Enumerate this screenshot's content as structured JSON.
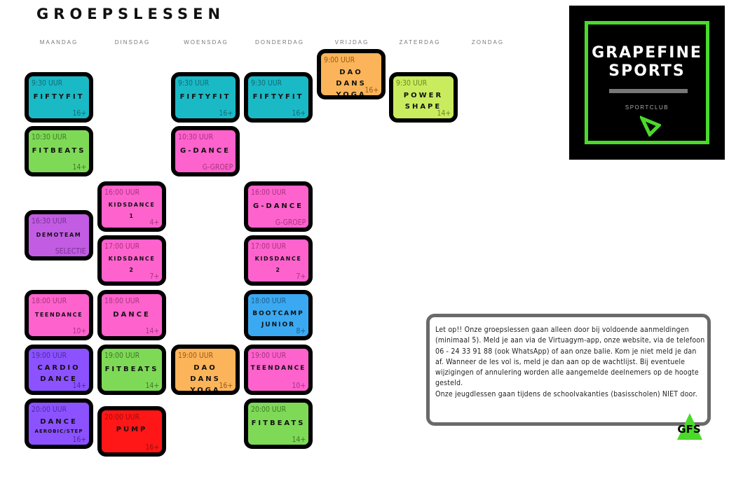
{
  "title": "GROEPSLESSEN",
  "days": [
    "MAANDAG",
    "DINSDAG",
    "WOENSDAG",
    "DONDERDAG",
    "VRIJDAG",
    "ZATERDAG",
    "ZONDAG"
  ],
  "classes": [
    {
      "day": "MAANDAG",
      "time": "9:30 UUR",
      "name": "FIFTYFIT",
      "tag": "16+",
      "color": "#1ab9c6"
    },
    {
      "day": "MAANDAG",
      "time": "10:30 UUR",
      "name": "FITBEATS",
      "tag": "14+",
      "color": "#7ed957"
    },
    {
      "day": "MAANDAG",
      "time": "16:30 UUR",
      "name": "DEMOTEAM",
      "tag": "SELECTIE",
      "color": "#c25ce3"
    },
    {
      "day": "MAANDAG",
      "time": "18:00 UUR",
      "name": "TEENDANCE",
      "tag": "10+",
      "color": "#fd62cd"
    },
    {
      "day": "MAANDAG",
      "time": "19:00 UUR",
      "name": "CARDIO DANCE",
      "tag": "14+",
      "color": "#8c52ff"
    },
    {
      "day": "MAANDAG",
      "time": "20:00 UUR",
      "name": "DANCE",
      "name_sub": "AEROBIC/STEP",
      "tag": "16+",
      "color": "#8c52ff"
    },
    {
      "day": "DINSDAG",
      "time": "16:00 UUR",
      "name": "KIDSDANCE 1",
      "tag": "4+",
      "color": "#fd62cd"
    },
    {
      "day": "DINSDAG",
      "time": "17:00 UUR",
      "name": "KIDSDANCE 2",
      "tag": "7+",
      "color": "#fd62cd"
    },
    {
      "day": "DINSDAG",
      "time": "18:00 UUR",
      "name": "DANCE",
      "tag": "14+",
      "color": "#fd62cd"
    },
    {
      "day": "DINSDAG",
      "time": "19:00 UUR",
      "name": "FITBEATS",
      "tag": "14+",
      "color": "#7ed957"
    },
    {
      "day": "DINSDAG",
      "time": "20:00 UUR",
      "name": "PUMP",
      "tag": "16+",
      "color": "#ff1616"
    },
    {
      "day": "WOENSDAG",
      "time": "9:30 UUR",
      "name": "FIFTYFIT",
      "tag": "16+",
      "color": "#1ab9c6"
    },
    {
      "day": "WOENSDAG",
      "time": "10:30 UUR",
      "name": "G-DANCE",
      "tag": "G-GROEP",
      "color": "#fd62cd"
    },
    {
      "day": "WOENSDAG",
      "time": "19:00 UUR",
      "name": "DAO DANS YOGA",
      "tag": "16+",
      "color": "#fcb45a"
    },
    {
      "day": "DONDERDAG",
      "time": "9:30 UUR",
      "name": "FIFTYFIT",
      "tag": "16+",
      "color": "#1ab9c6"
    },
    {
      "day": "DONDERDAG",
      "time": "16:00 UUR",
      "name": "G-DANCE",
      "tag": "G-GROEP",
      "color": "#fd62cd"
    },
    {
      "day": "DONDERDAG",
      "time": "17:00 UUR",
      "name": "KIDSDANCE 2",
      "tag": "7+",
      "color": "#fd62cd"
    },
    {
      "day": "DONDERDAG",
      "time": "18:00 UUR",
      "name": "BOOTCAMP JUNIOR",
      "tag": "8+",
      "color": "#3aa9f1"
    },
    {
      "day": "DONDERDAG",
      "time": "19:00 UUR",
      "name": "TEENDANCE",
      "tag": "10+",
      "color": "#fd62cd"
    },
    {
      "day": "DONDERDAG",
      "time": "20:00 UUR",
      "name": "FITBEATS",
      "tag": "14+",
      "color": "#7ed957"
    },
    {
      "day": "VRIJDAG",
      "time": "9:00 UUR",
      "name": "DAO DANS YOGA",
      "tag": "16+",
      "color": "#fcb45a"
    },
    {
      "day": "ZATERDAG",
      "time": "9:30 UUR",
      "name": "POWER SHAPE",
      "tag": "14+",
      "color": "#c9ec5f"
    }
  ],
  "logo": {
    "name": "GRAPEFINE\nSPORTS",
    "subtitle": "SPORTCLUB",
    "accent": "#4bd92a"
  },
  "notice": "Let op!! Onze groepslessen gaan alleen door bij voldoende aanmeldingen (minimaal 5). Meld je aan via de Virtuagym-app, onze website, via de telefoon 06 - 24 33 91 88 (ook WhatsApp) of aan onze balie. Kom je niet meld je dan af. Wanneer de les vol is, meld je dan aan op de wachtlijst. Bij eventuele wijzigingen of annulering worden alle aangemelde deelnemers op de hoogte gesteld.\nOnze jeugdlessen gaan tijdens de schoolvakanties (basisscholen) NIET door.",
  "badge": "GFS"
}
